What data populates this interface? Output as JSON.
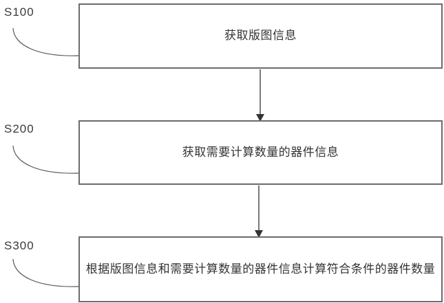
{
  "figure": {
    "type": "flowchart",
    "steps": [
      {
        "label": "S100",
        "text": "获取版图信息"
      },
      {
        "label": "S200",
        "text": "获取需要计算数量的器件信息"
      },
      {
        "label": "S300",
        "text": "根据版图信息和需要计算数量的器件信息计算符合条件的器件数量"
      }
    ],
    "colors": {
      "box_border": "#6b6b6b",
      "text": "#333333",
      "connector_line": "#4d4d4d",
      "arrowhead": "#333333",
      "background": "#ffffff"
    }
  }
}
